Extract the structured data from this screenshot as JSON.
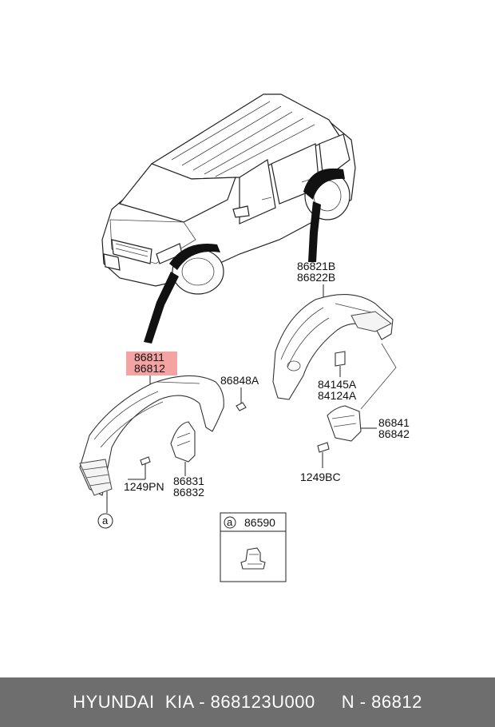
{
  "labels": {
    "front_part_line1": "86811",
    "front_part_line2": "86812",
    "rear_part_line1": "86821B",
    "rear_part_line2": "86822B",
    "nut_part": "86848A",
    "front_screw": "1249PN",
    "front_flap_line1": "86831",
    "front_flap_line2": "86832",
    "rear_clip_line1": "84145A",
    "rear_clip_line2": "84124A",
    "rear_flap_line1": "86841",
    "rear_flap_line2": "86842",
    "rear_screw": "1249BC",
    "callout_letter": "a",
    "inset_letter": "a",
    "inset_part": "86590"
  },
  "colors": {
    "highlight": "#f4a3a3",
    "footer_bg": "#6e6e6e",
    "footer_text": "#ffffff"
  },
  "footer": {
    "text": "HYUNDAI  KIA - 868123U000     N - 86812"
  }
}
